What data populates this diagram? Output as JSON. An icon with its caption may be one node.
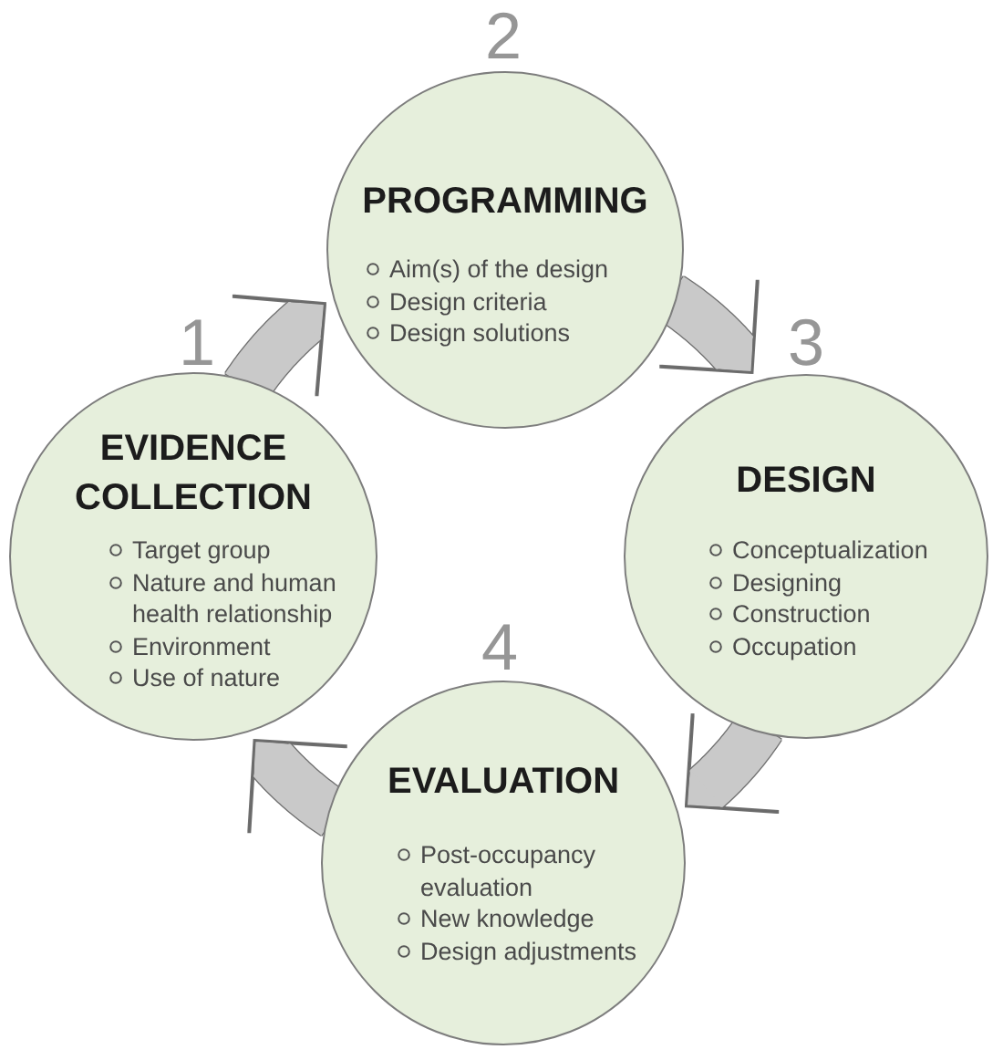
{
  "diagram": {
    "nodes": [
      {
        "text": [
          "PROGRAMMING",
          "Aim(s) of the design",
          "Design criteria",
          "Design solutions"
        ],
        "beside": [
          "2"
        ]
      },
      {
        "text": [
          "EVIDENCE COLLECTION",
          "Target group",
          "Nature and human health relationship",
          "Environment",
          "Use of nature"
        ],
        "beside": [
          "1"
        ]
      },
      {
        "text": [
          "DESIGN",
          "Conceptualization",
          "Designing",
          "Construction",
          "Occupation"
        ],
        "beside": [
          "3"
        ]
      },
      {
        "text": [
          "EVALUATION",
          "Post-occupancy evaluation",
          "New knowledge",
          "Design adjustments"
        ],
        "beside": [
          "4"
        ]
      }
    ],
    "edges": [
      {
        "from": 1,
        "to": 0,
        "arrow": "to"
      },
      {
        "from": 0,
        "to": 2,
        "arrow": "to"
      },
      {
        "from": 2,
        "to": 3,
        "arrow": "to"
      },
      {
        "from": 3,
        "to": 1,
        "arrow": "to"
      }
    ]
  }
}
